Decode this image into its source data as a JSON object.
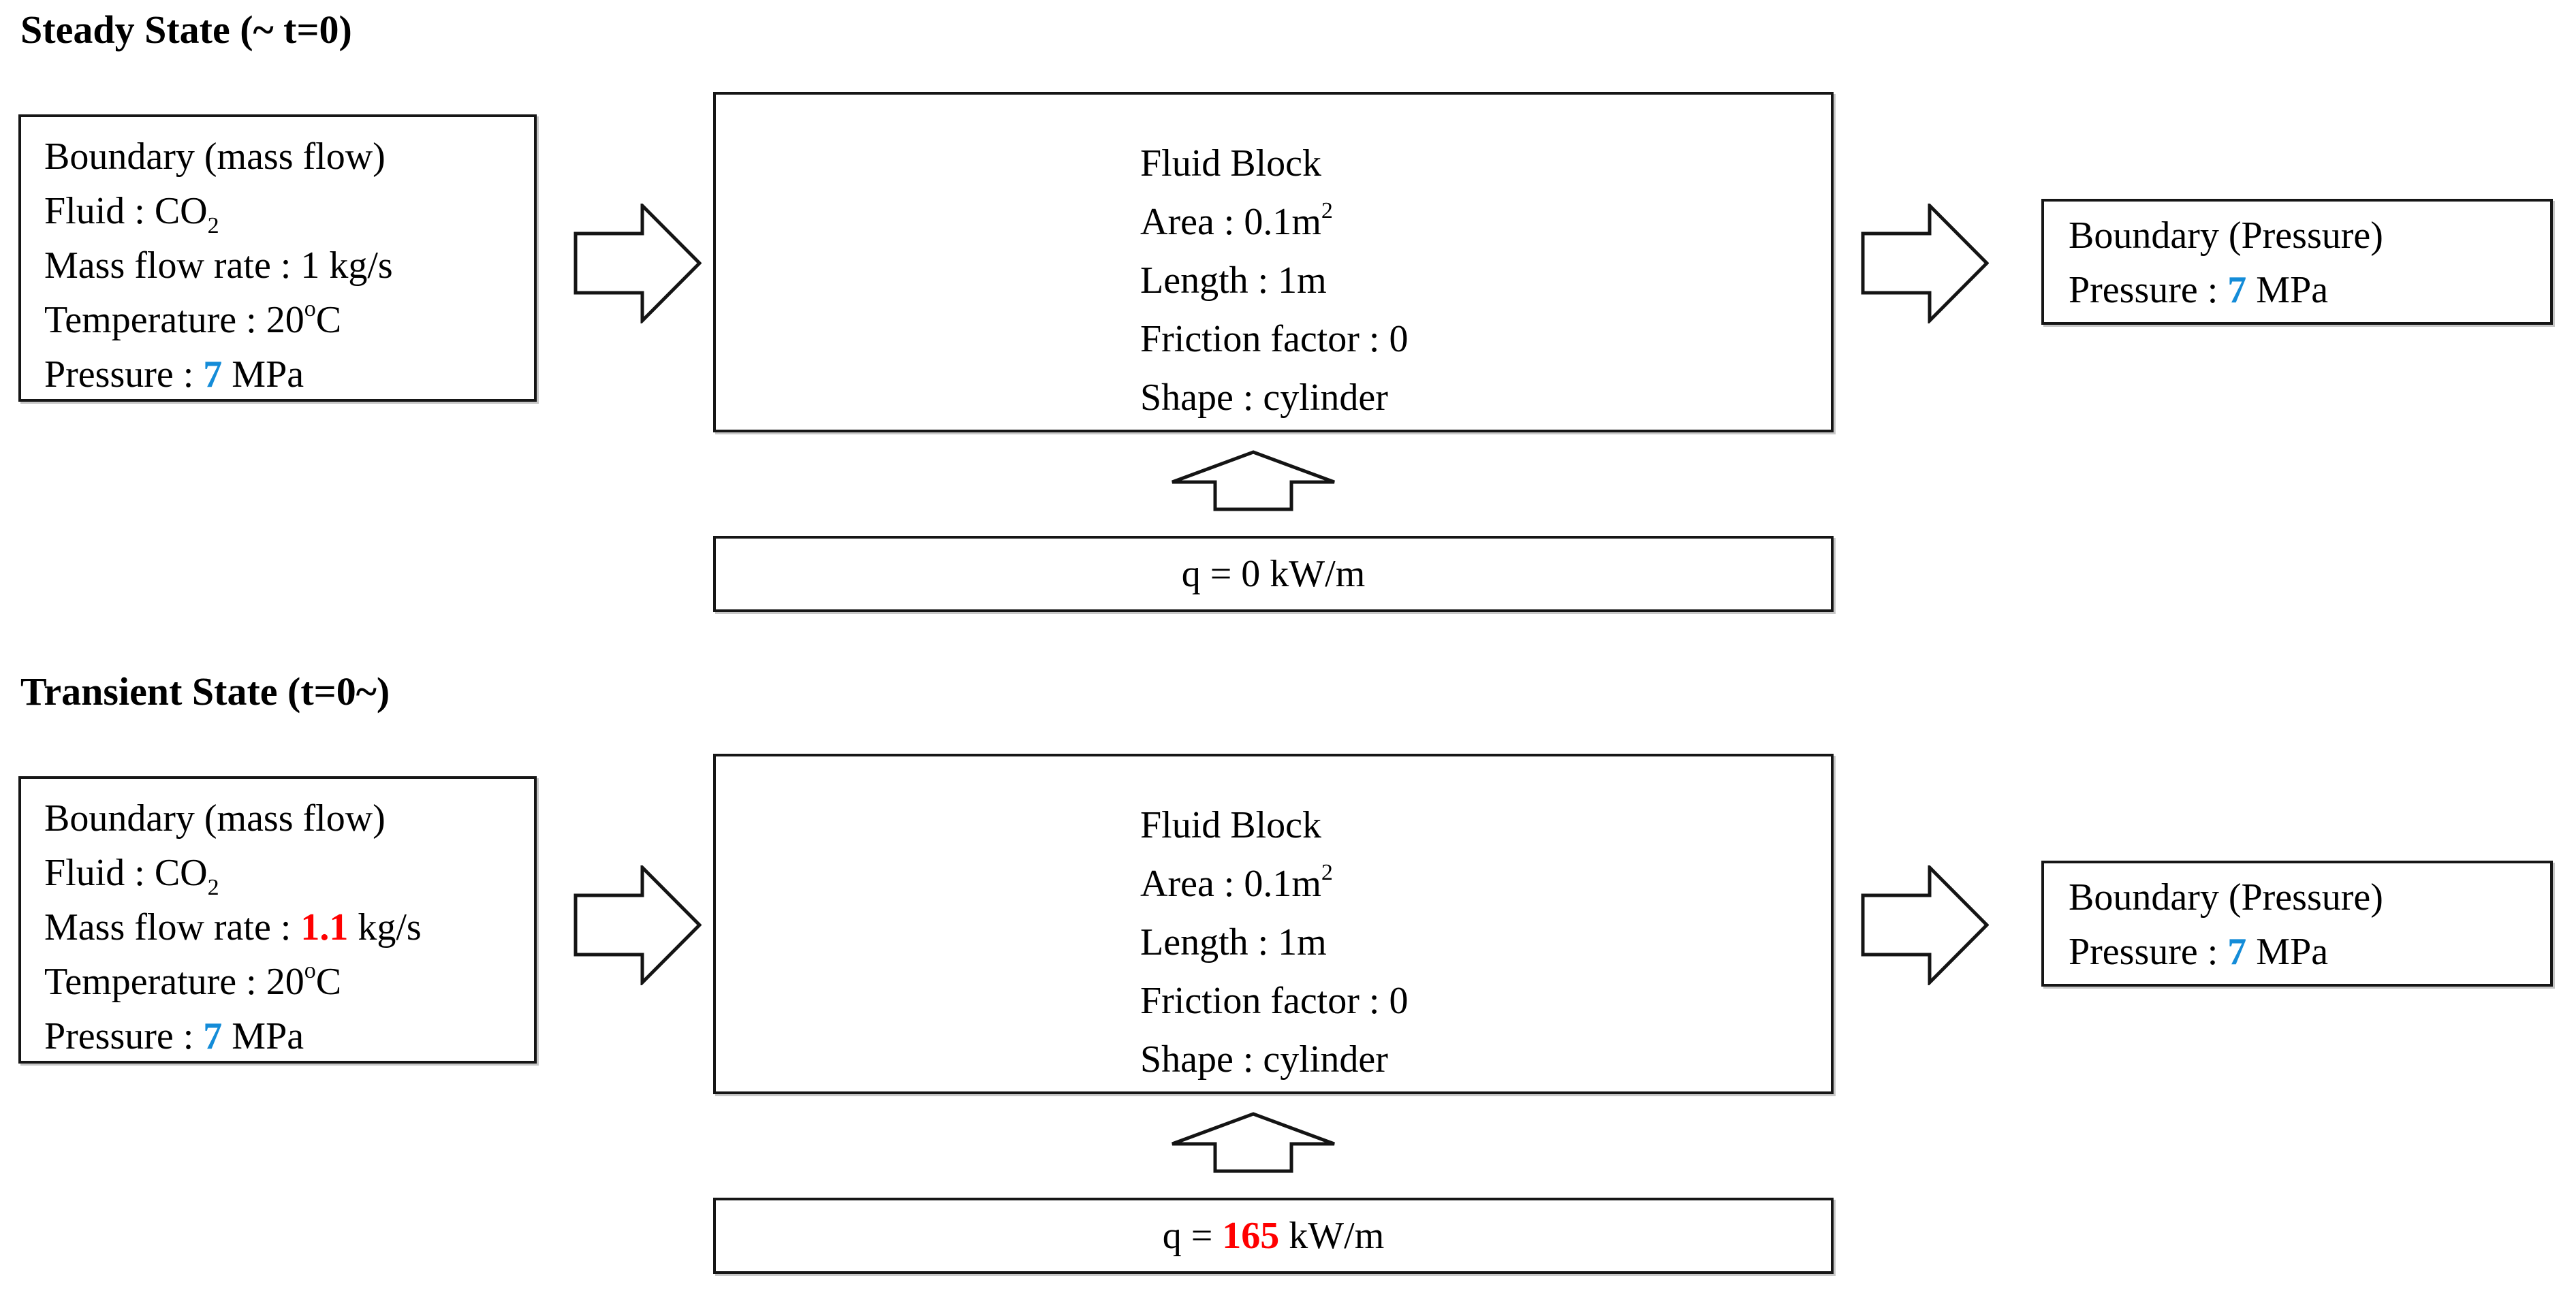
{
  "colors": {
    "text": "#000000",
    "box_border": "#161616",
    "accent_blue": "#148CD8",
    "accent_red": "#FF0000"
  },
  "sections": [
    {
      "title": "Steady State (~ t=0)",
      "inlet": {
        "heading": "Boundary (mass flow)",
        "fluid_prefix": "Fluid : CO",
        "fluid_sub": "2",
        "mass_prefix": "Mass flow rate : ",
        "mass": {
          "text": "1",
          "color": "#000000",
          "bold": false
        },
        "mass_suffix": " kg/s",
        "temp_prefix": "Temperature : 20",
        "temp_sup": "o",
        "temp_suffix": "C",
        "press_prefix": "Pressure : ",
        "press": {
          "text": "7",
          "color": "#148CD8",
          "bold": true
        },
        "press_suffix": " MPa"
      },
      "fluid_block": {
        "heading": "Fluid Block",
        "area_prefix": "Area : 0.1m",
        "area_sup": "2",
        "length": "Length : 1m",
        "friction": "Friction factor : 0",
        "shape": "Shape : cylinder"
      },
      "outlet": {
        "heading": "Boundary (Pressure)",
        "press_prefix": "Pressure : ",
        "press": {
          "text": "7",
          "color": "#148CD8",
          "bold": true
        },
        "press_suffix": " MPa"
      },
      "heat": {
        "prefix": "q = ",
        "value": {
          "text": "0",
          "color": "#000000",
          "bold": false
        },
        "suffix": " kW/m"
      }
    },
    {
      "title": "Transient State (t=0~)",
      "inlet": {
        "heading": "Boundary (mass flow)",
        "fluid_prefix": "Fluid : CO",
        "fluid_sub": "2",
        "mass_prefix": "Mass flow rate : ",
        "mass": {
          "text": "1.1",
          "color": "#FF0000",
          "bold": true
        },
        "mass_suffix": " kg/s",
        "temp_prefix": "Temperature : 20",
        "temp_sup": "o",
        "temp_suffix": "C",
        "press_prefix": "Pressure : ",
        "press": {
          "text": "7",
          "color": "#148CD8",
          "bold": true
        },
        "press_suffix": " MPa"
      },
      "fluid_block": {
        "heading": "Fluid Block",
        "area_prefix": "Area : 0.1m",
        "area_sup": "2",
        "length": "Length : 1m",
        "friction": "Friction factor : 0",
        "shape": "Shape : cylinder"
      },
      "outlet": {
        "heading": "Boundary (Pressure)",
        "press_prefix": "Pressure : ",
        "press": {
          "text": "7",
          "color": "#148CD8",
          "bold": true
        },
        "press_suffix": " MPa"
      },
      "heat": {
        "prefix": "q = ",
        "value": {
          "text": "165",
          "color": "#FF0000",
          "bold": true
        },
        "suffix": " kW/m"
      }
    }
  ]
}
